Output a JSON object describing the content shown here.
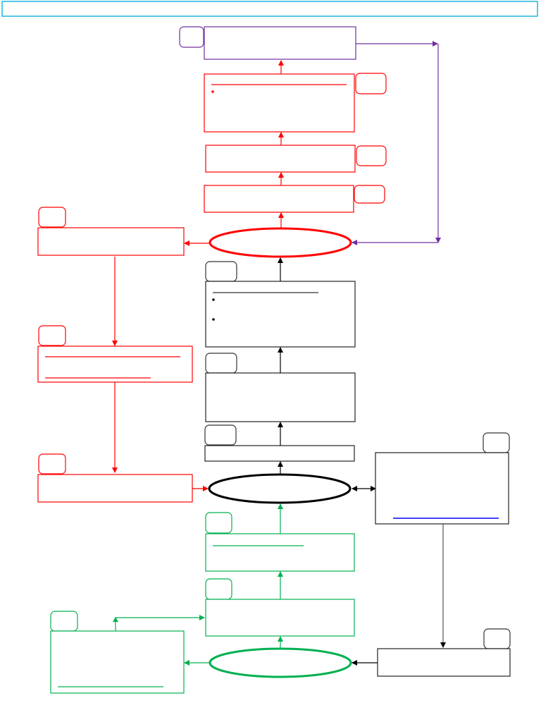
{
  "title_bar": {
    "text": "",
    "border_color": "#1fb6e0"
  },
  "colors": {
    "purple": "#7030a0",
    "red": "#ff0000",
    "black": "#000000",
    "green": "#00b050",
    "blue": "#0000ff"
  },
  "nodes": {
    "outcome": {
      "kind": "process",
      "color": "purple",
      "text": "",
      "tag": ""
    },
    "red_step_3": {
      "kind": "process",
      "color": "red",
      "text": "",
      "tag": "",
      "bullets": 1,
      "rules": 1
    },
    "red_step_2": {
      "kind": "process",
      "color": "red",
      "text": "",
      "tag": ""
    },
    "red_step_1": {
      "kind": "process",
      "color": "red",
      "text": "",
      "tag": ""
    },
    "red_decision": {
      "kind": "ellipse",
      "color": "red",
      "text": ""
    },
    "red_side_1": {
      "kind": "process",
      "color": "red",
      "text": "",
      "tag": ""
    },
    "red_side_2": {
      "kind": "process",
      "color": "red",
      "text": "",
      "tag": "",
      "rules": 2
    },
    "red_side_3": {
      "kind": "process",
      "color": "red",
      "text": "",
      "tag": ""
    },
    "black_step_3": {
      "kind": "process",
      "color": "black",
      "text": "",
      "tag": "",
      "bullets": 2,
      "rules": 1
    },
    "black_step_2": {
      "kind": "process",
      "color": "black",
      "text": "",
      "tag": ""
    },
    "black_step_1": {
      "kind": "process",
      "color": "black",
      "text": "",
      "tag": ""
    },
    "black_decision": {
      "kind": "ellipse",
      "color": "black",
      "text": ""
    },
    "info_box": {
      "kind": "process",
      "color": "black",
      "text": "",
      "tag": "",
      "link_rule_color": "blue"
    },
    "entry_box": {
      "kind": "process",
      "color": "black",
      "text": "",
      "tag": ""
    },
    "green_step_2": {
      "kind": "process",
      "color": "green",
      "text": "",
      "tag": "",
      "rules": 1
    },
    "green_step_1": {
      "kind": "process",
      "color": "green",
      "text": "",
      "tag": ""
    },
    "green_decision": {
      "kind": "ellipse",
      "color": "green",
      "text": ""
    },
    "green_side": {
      "kind": "process",
      "color": "green",
      "text": "",
      "tag": "",
      "rules": 1
    }
  },
  "edges": [
    {
      "from": "red_step_3",
      "to": "outcome",
      "color": "red"
    },
    {
      "from": "red_step_2",
      "to": "red_step_3",
      "color": "red"
    },
    {
      "from": "red_step_1",
      "to": "red_step_2",
      "color": "red"
    },
    {
      "from": "red_decision",
      "to": "red_step_1",
      "color": "red"
    },
    {
      "from": "red_decision",
      "to": "red_side_1",
      "color": "red"
    },
    {
      "from": "red_side_1",
      "to": "red_side_2",
      "color": "red"
    },
    {
      "from": "red_side_2",
      "to": "red_side_3",
      "color": "red"
    },
    {
      "from": "red_side_3",
      "to": "black_decision",
      "color": "red"
    },
    {
      "from": "outcome",
      "to": "red_decision",
      "color": "purple"
    },
    {
      "from": "black_step_3",
      "to": "red_decision",
      "color": "black"
    },
    {
      "from": "black_step_2",
      "to": "black_step_3",
      "color": "black"
    },
    {
      "from": "black_step_1",
      "to": "black_step_2",
      "color": "black"
    },
    {
      "from": "black_decision",
      "to": "black_step_1",
      "color": "black"
    },
    {
      "from": "black_decision",
      "to": "info_box",
      "color": "black",
      "bidirectional": true
    },
    {
      "from": "info_box",
      "to": "entry_box",
      "color": "black"
    },
    {
      "from": "entry_box",
      "to": "green_decision",
      "color": "black"
    },
    {
      "from": "green_decision",
      "to": "green_step_1",
      "color": "green"
    },
    {
      "from": "green_step_1",
      "to": "green_step_2",
      "color": "green"
    },
    {
      "from": "green_step_2",
      "to": "black_decision",
      "color": "green"
    },
    {
      "from": "green_decision",
      "to": "green_side",
      "color": "green"
    },
    {
      "from": "green_side",
      "to": "green_step_1",
      "color": "green"
    }
  ]
}
